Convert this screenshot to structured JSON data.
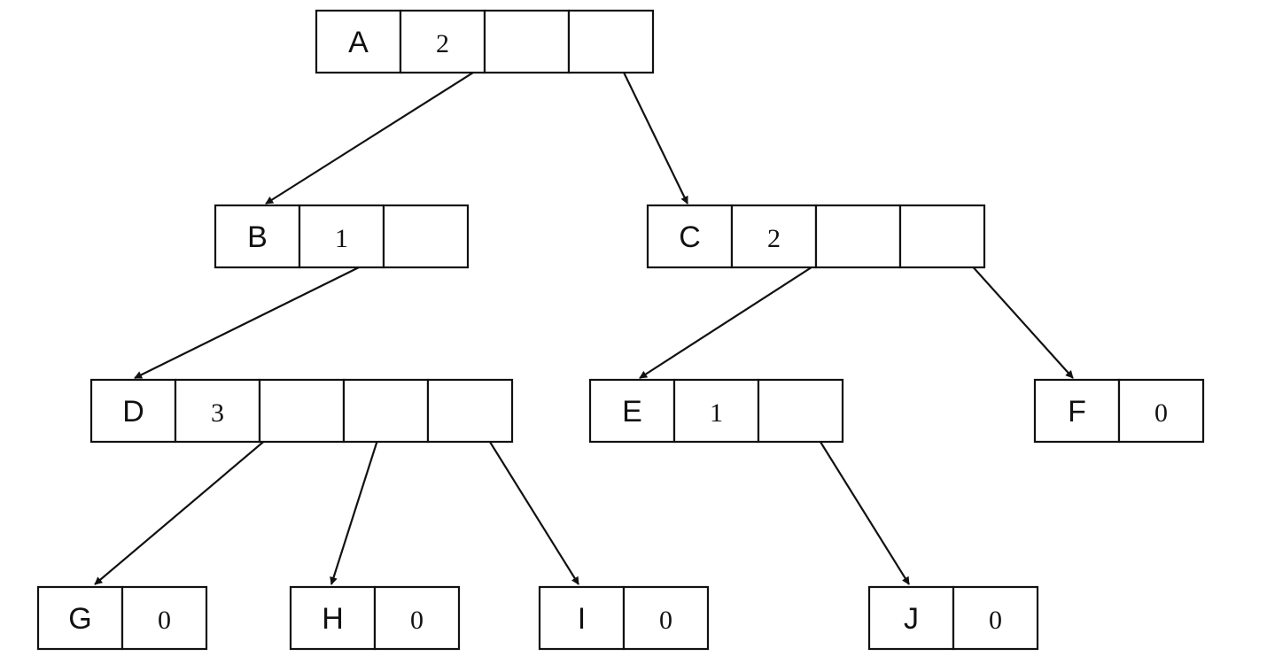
{
  "tree": {
    "nodes": [
      {
        "id": "A",
        "label": "A",
        "count": "2"
      },
      {
        "id": "B",
        "label": "B",
        "count": "1"
      },
      {
        "id": "C",
        "label": "C",
        "count": "2"
      },
      {
        "id": "D",
        "label": "D",
        "count": "3"
      },
      {
        "id": "E",
        "label": "E",
        "count": "1"
      },
      {
        "id": "F",
        "label": "F",
        "count": "0"
      },
      {
        "id": "G",
        "label": "G",
        "count": "0"
      },
      {
        "id": "H",
        "label": "H",
        "count": "0"
      },
      {
        "id": "I",
        "label": "I",
        "count": "0"
      },
      {
        "id": "J",
        "label": "J",
        "count": "0"
      }
    ],
    "edges": [
      {
        "from": "A",
        "to": "B"
      },
      {
        "from": "A",
        "to": "C"
      },
      {
        "from": "B",
        "to": "D"
      },
      {
        "from": "C",
        "to": "E"
      },
      {
        "from": "C",
        "to": "F"
      },
      {
        "from": "D",
        "to": "G"
      },
      {
        "from": "D",
        "to": "H"
      },
      {
        "from": "D",
        "to": "I"
      },
      {
        "from": "E",
        "to": "J"
      }
    ]
  }
}
